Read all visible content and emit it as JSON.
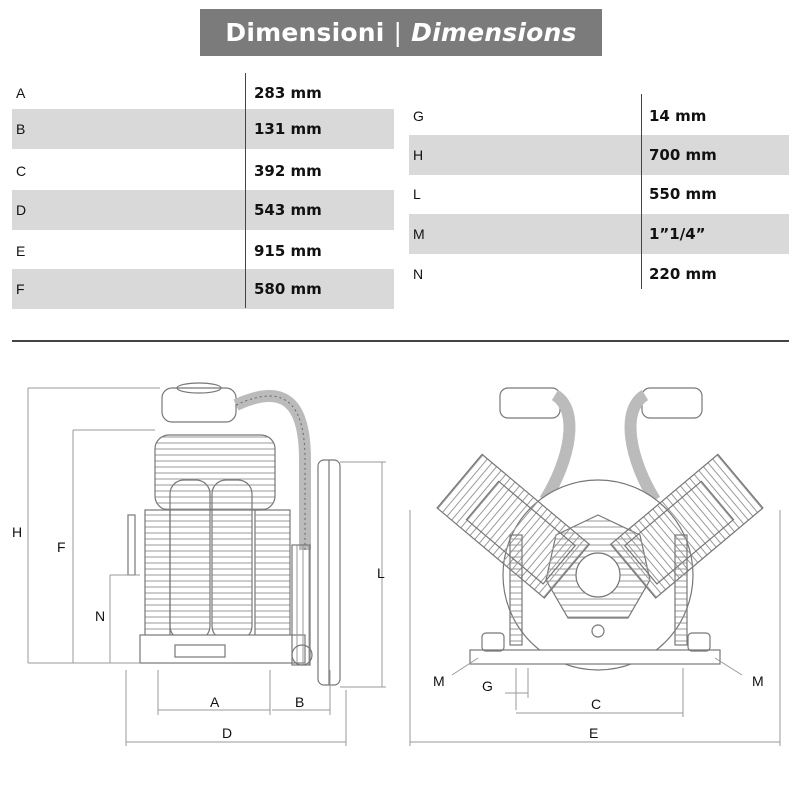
{
  "header": {
    "title_it": "Dimensioni",
    "separator": "|",
    "title_en": "Dimensions"
  },
  "table_left": [
    {
      "key": "A",
      "value": "283 mm"
    },
    {
      "key": "B",
      "value": "131 mm"
    },
    {
      "key": "C",
      "value": "392 mm"
    },
    {
      "key": "D",
      "value": "543 mm"
    },
    {
      "key": "E",
      "value": "915 mm"
    },
    {
      "key": "F",
      "value": "580 mm"
    }
  ],
  "table_right": [
    {
      "key": "G",
      "value": "14 mm"
    },
    {
      "key": "H",
      "value": "700 mm"
    },
    {
      "key": "L",
      "value": "550 mm"
    },
    {
      "key": "M",
      "value": "1”1/4”"
    },
    {
      "key": "N",
      "value": "220 mm"
    }
  ],
  "drawing_labels": {
    "H": "H",
    "F": "F",
    "N": "N",
    "L": "L",
    "A": "A",
    "B": "B",
    "D": "D",
    "M_left": "M",
    "M_right": "M",
    "G": "G",
    "C": "C",
    "E": "E"
  },
  "colors": {
    "title_bg": "#7b7b7b",
    "row_shade": "#d9d9d9",
    "line": "#444444"
  }
}
